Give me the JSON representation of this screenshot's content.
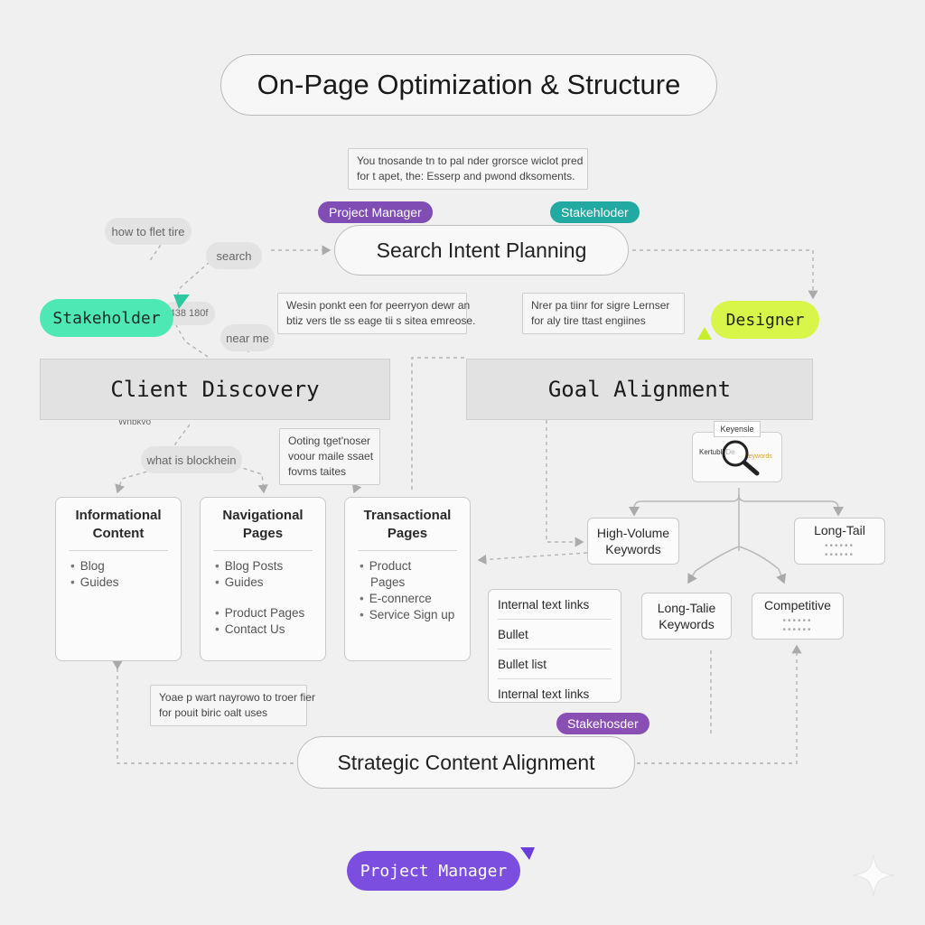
{
  "title": "On-Page Optimization & Structure",
  "notes": {
    "top": [
      "You tnosande tn to pal nder grorsce wiclot pred",
      "for t apet, the: Esserp and pwond dksoments."
    ],
    "left_mid": [
      "Wesin ponkt een for peerryon dewr an",
      "btiz vers tle ss eage tii s sitea emreose."
    ],
    "right_mid": [
      "Nrer pa tiinr for sigre Lernser",
      "for aly tire ttast engiines"
    ],
    "small_mid": [
      "Ooting tget'noser",
      "voour maile ssaet",
      "fovms taites"
    ],
    "bottom_left": [
      "Yoae p wart nayrowo to troer fier",
      "for pouit biric oalt uses"
    ]
  },
  "badges": {
    "project_manager_top": "Project Manager",
    "stakeholder_top": "Stakehloder",
    "stakeholder_left": "Stakeholder",
    "designer": "Designer",
    "stakeholder_bottom": "Stakehosder",
    "project_manager_bottom": "Project Manager"
  },
  "queries": {
    "q1": "how to flet tire",
    "q2": "search",
    "q3": "438 180f",
    "q4": "near me",
    "q5": "Wnbkvo",
    "q6": "what is blockhein"
  },
  "nodes": {
    "search_intent": "Search Intent Planning",
    "client_discovery": "Client Discovery",
    "goal_alignment": "Goal Alignment",
    "strategic": "Strategic Content Alignment"
  },
  "cards": [
    {
      "title": [
        "Informational",
        "Content"
      ],
      "items": [
        "Blog",
        "Guides"
      ]
    },
    {
      "title": [
        "Navigational",
        "Pages"
      ],
      "items": [
        "Blog Posts",
        "Guides",
        "Product Pages",
        "Contact Us"
      ]
    },
    {
      "title": [
        "Transactional",
        "Pages"
      ],
      "items": [
        "Product",
        "Pages",
        "E-connerce",
        "Service Sign up"
      ]
    }
  ],
  "link_list": [
    "Internal text links",
    "Bullet",
    "Bullet list",
    "Internal text links"
  ],
  "keyword_icon": {
    "label": "Keyensle",
    "side_text": "Kertubli De",
    "search_word": "Keywords"
  },
  "keyword_boxes": {
    "high_volume": [
      "High-Volume",
      "Keywords"
    ],
    "long_tail": "Long-Tail",
    "long_tale": [
      "Long-Talie",
      "Keywords"
    ],
    "competitive": "Competitive"
  },
  "colors": {
    "purple": "#7f4db3",
    "teal": "#22a9a2",
    "mint": "#4de8b4",
    "lime": "#d8f54a",
    "violet": "#7b4ee0"
  }
}
